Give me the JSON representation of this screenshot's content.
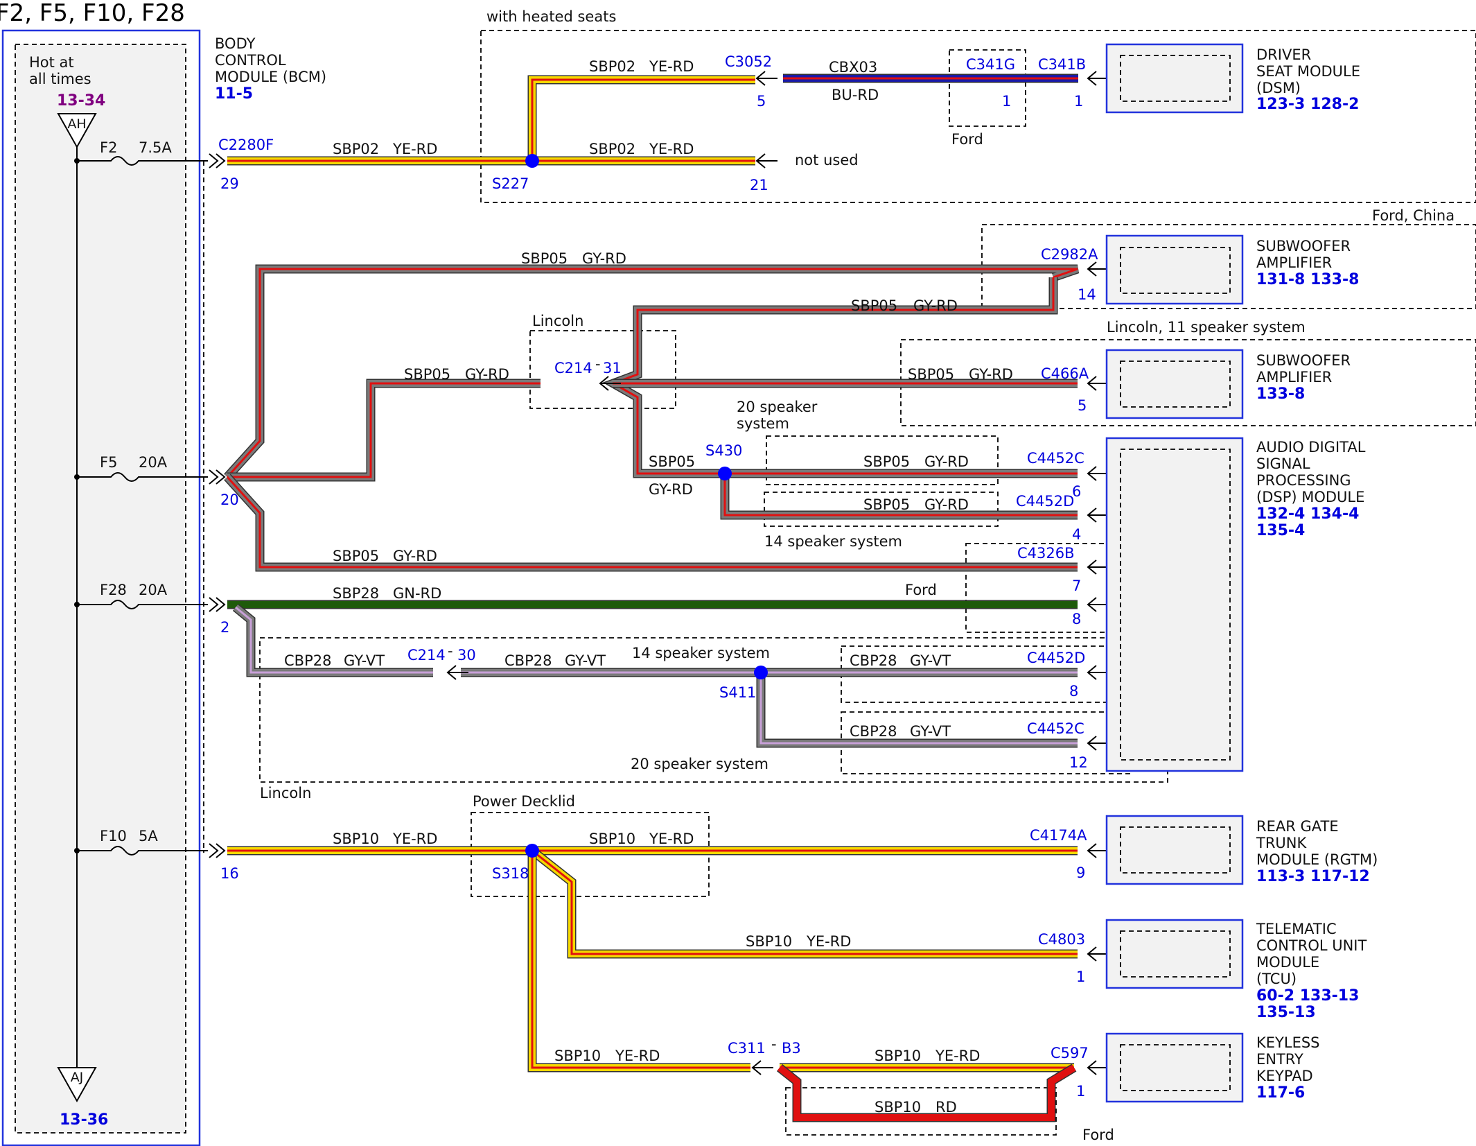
{
  "page_title": "F2, F5, F10, F28",
  "colors": {
    "YE-RD": {
      "base": "#f5d800",
      "stripe": "#e01010"
    },
    "GY-RD": {
      "base": "#7a7a7a",
      "stripe": "#e01010"
    },
    "BU-RD": {
      "base": "#1a1aa8",
      "stripe": "#e01010"
    },
    "GN-RD": {
      "base": "#1e5a0a",
      "stripe": "#1e5a0a"
    },
    "GY-VT": {
      "base": "#7a7a7a",
      "stripe": "#c8a0d8"
    },
    "RD": {
      "base": "#e01010",
      "stripe": "#e01010"
    },
    "splice": "#0000ff",
    "connector_text": "#0000dd",
    "reference_text": "#0000dd",
    "component_border": "#2233dd"
  },
  "bcm": {
    "label_lines": [
      "BODY",
      "CONTROL",
      "MODULE (BCM)"
    ],
    "ref": "11-5",
    "hot_label_lines": [
      "Hot at",
      "all times"
    ],
    "hot_ref": "13-34",
    "top_node": "AH",
    "bottom_node": "AJ",
    "bottom_ref": "13-36"
  },
  "fuses": [
    {
      "name": "F2",
      "rating": "7.5A"
    },
    {
      "name": "F5",
      "rating": "20A"
    },
    {
      "name": "F28",
      "rating": "20A"
    },
    {
      "name": "F10",
      "rating": "5A"
    }
  ],
  "components": {
    "dsm": {
      "lines": [
        "DRIVER",
        "SEAT MODULE",
        "(DSM)"
      ],
      "refs": "123-3 128-2"
    },
    "sub1": {
      "lines": [
        "SUBWOOFER",
        "AMPLIFIER"
      ],
      "refs": "131-8 133-8"
    },
    "sub2": {
      "lines": [
        "SUBWOOFER",
        "AMPLIFIER"
      ],
      "refs": "133-8"
    },
    "dsp": {
      "lines": [
        "AUDIO DIGITAL",
        "SIGNAL",
        "PROCESSING",
        "(DSP) MODULE"
      ],
      "refs": [
        "132-4 134-4",
        "135-4"
      ]
    },
    "rgtm": {
      "lines": [
        "REAR GATE",
        "TRUNK",
        "MODULE (RGTM)"
      ],
      "refs": "113-3  117-12"
    },
    "tcu": {
      "lines": [
        "TELEMATIC",
        "CONTROL UNIT",
        "MODULE",
        "(TCU)"
      ],
      "refs": [
        "60-2    133-13",
        "135-13"
      ]
    },
    "keypad": {
      "lines": [
        "KEYLESS",
        "ENTRY",
        "KEYPAD"
      ],
      "refs": "117-6"
    }
  },
  "connectors": {
    "c2280f": "C2280F",
    "c3052": "C3052",
    "c341g": "C341G",
    "c341b": "C341B",
    "c2982a": "C2982A",
    "c214": "C214",
    "c466a": "C466A",
    "c4452c": "C4452C",
    "c4452d": "C4452D",
    "c4326b": "C4326B",
    "c4174a": "C4174A",
    "c4803": "C4803",
    "c311": "C311",
    "c597": "C597"
  },
  "pins": {
    "p29": "29",
    "p5": "5",
    "p21": "21",
    "p1": "1",
    "p14": "14",
    "p31": "31",
    "p20": "20",
    "p6": "6",
    "p4": "4",
    "p7": "7",
    "p8": "8",
    "p2": "2",
    "p30": "30",
    "p12": "12",
    "p16": "16",
    "p9": "9",
    "pB3": "B3"
  },
  "splices": {
    "s227": "S227",
    "s430": "S430",
    "s411": "S411",
    "s318": "S318"
  },
  "circuits": {
    "sbp02": "SBP02",
    "sbp05": "SBP05",
    "sbp28": "SBP28",
    "cbp28": "CBP28",
    "sbp10": "SBP10",
    "cbx03": "CBX03"
  },
  "wire_colors": {
    "ye_rd": "YE-RD",
    "gy_rd": "GY-RD",
    "bu_rd": "BU-RD",
    "gn_rd": "GN-RD",
    "gy_vt": "GY-VT",
    "rd": "RD"
  },
  "option_labels": {
    "heated_seats": "with heated seats",
    "not_used": "not used",
    "ford": "Ford",
    "ford_china": "Ford, China",
    "lincoln": "Lincoln",
    "lincoln_11": "Lincoln, 11 speaker system",
    "spk20_lines": [
      "20 speaker",
      "system"
    ],
    "spk14": "14 speaker system",
    "spk20": "20 speaker system",
    "power_decklid": "Power Decklid",
    "dash": "-"
  }
}
